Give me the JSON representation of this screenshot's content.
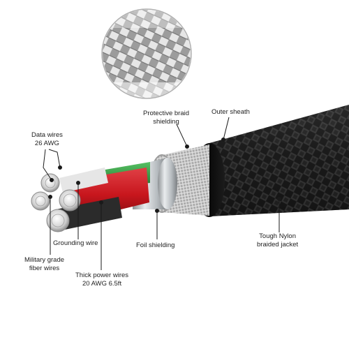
{
  "labels": {
    "protective_braid": [
      "Protective braid",
      "shielding"
    ],
    "outer_sheath": [
      "Outer sheath"
    ],
    "data_wires": [
      "Data wires",
      "26 AWG"
    ],
    "grounding_wire": [
      "Grounding wire"
    ],
    "foil_shielding": [
      "Foil shielding"
    ],
    "nylon_jacket": [
      "Tough Nylon",
      "braided jacket"
    ],
    "fiber_wires": [
      "Military grade",
      "fiber wires"
    ],
    "power_wires": [
      "Thick power wires",
      "20 AWG 6.5ft"
    ]
  },
  "colors": {
    "nylon": "#1e1e1e",
    "sheath": "#111111",
    "braid": "#b9b9b9",
    "foil": "#cfd2d4",
    "red_wire": "#c8161d",
    "green_wire": "#2f9a3c",
    "white_wire": "#e8e8e8",
    "strand": "#d8d8d8"
  }
}
